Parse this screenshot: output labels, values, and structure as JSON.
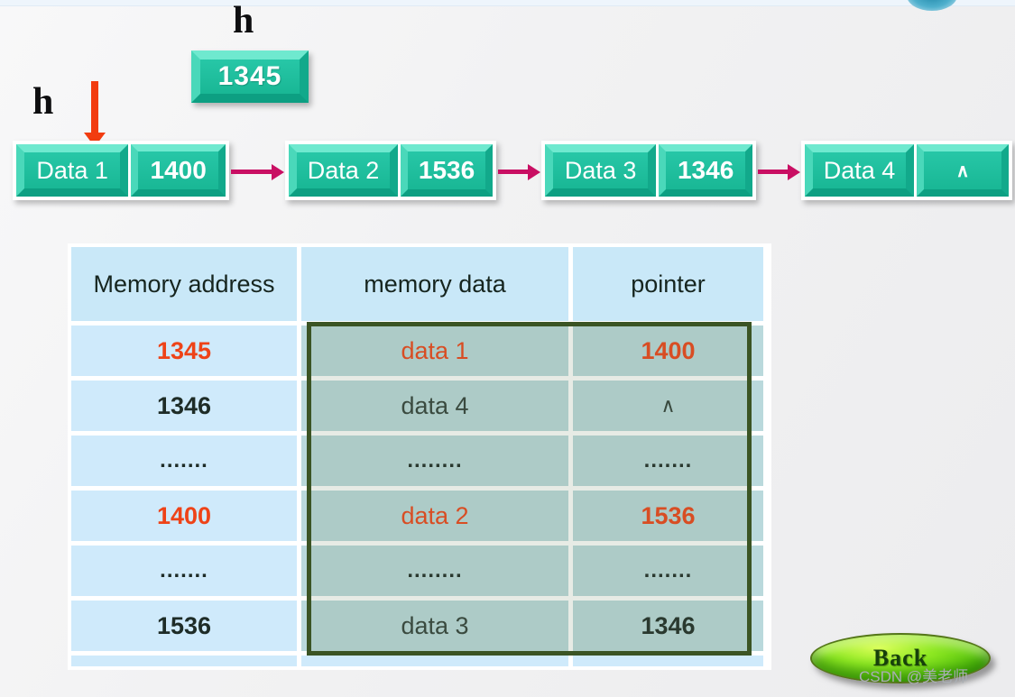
{
  "head": {
    "label_top": "h",
    "label_left": "h",
    "address_box": "1345"
  },
  "linked_list": {
    "nodes": [
      {
        "data": "Data 1",
        "pointer": "1400"
      },
      {
        "data": "Data 2",
        "pointer": "1536"
      },
      {
        "data": "Data 3",
        "pointer": "1346"
      },
      {
        "data": "Data 4",
        "pointer": "∧"
      }
    ]
  },
  "table": {
    "columns": [
      "Memory address",
      "memory data",
      "pointer"
    ],
    "rows": [
      {
        "address": "1345",
        "data": "data 1",
        "pointer": "1400",
        "highlight": true
      },
      {
        "address": "1346",
        "data": "data 4",
        "pointer": "∧",
        "highlight": false
      },
      {
        "address": ".......",
        "data": "........",
        "pointer": ".......",
        "highlight": false
      },
      {
        "address": "1400",
        "data": "data 2",
        "pointer": "1536",
        "highlight": true
      },
      {
        "address": ".......",
        "data": "........",
        "pointer": ".......",
        "highlight": false
      },
      {
        "address": "1536",
        "data": "data 3",
        "pointer": "1346",
        "highlight": false
      }
    ]
  },
  "buttons": {
    "back_label": "Back"
  },
  "watermark": "CSDN @美老师",
  "colors": {
    "node_teal": "#1bbf9f",
    "link_arrow_magenta": "#c90f63",
    "head_arrow_red": "#f23c10",
    "table_outer_blue": "#cfeafb",
    "table_inner_gray_teal": "#bad9dc",
    "highlight_text_red": "#ee4318",
    "green_rect_border": "#3b5424",
    "back_button_green": "#66d41a"
  }
}
